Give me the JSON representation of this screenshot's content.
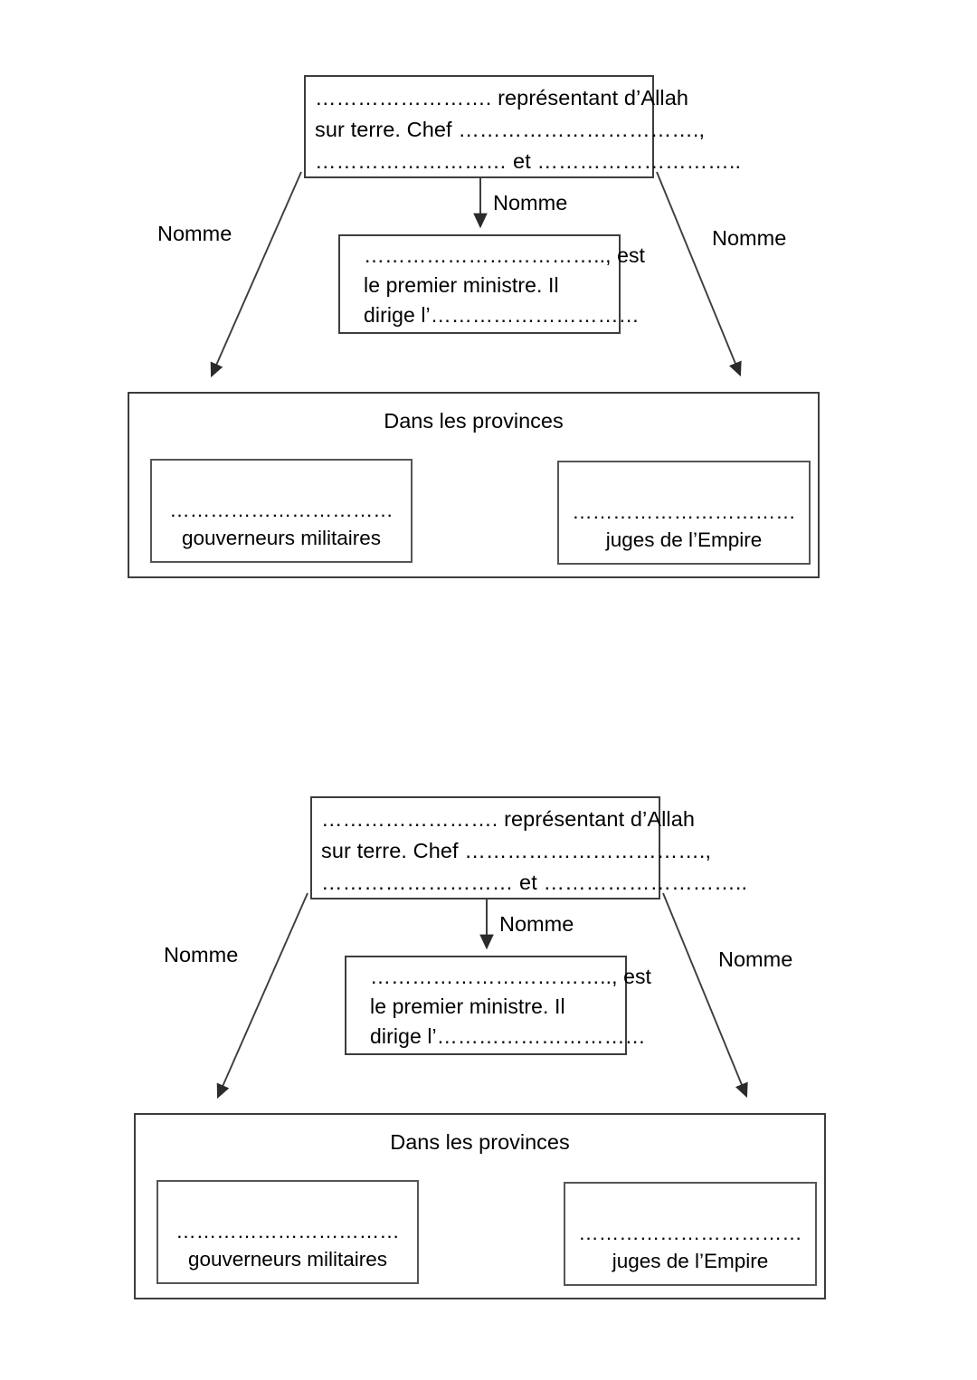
{
  "document": {
    "type": "fill-in-the-blank organigram worksheet",
    "language": "fr"
  },
  "dots": {
    "short": "…………………………",
    "medium": "……………………………",
    "long": "………………………………….",
    "top_line1": "…………………….",
    "top_line2_tail": "…………………………….,",
    "top_line3_left": "………………………",
    "top_line3_right": "……………………….",
    "mid_line1": "……………………………..,",
    "mid_line3": "…………………………"
  },
  "diagrams": [
    {
      "id": "diagram-1",
      "top_box": {
        "name": "caliph-box",
        "line1_dots": "…………………….",
        "line1_text": " représentant d’Allah",
        "line2_text": "sur terre. Chef ",
        "line2_dots": "…………………………….,",
        "line3_dots_left": "………………………",
        "line3_text": " et ",
        "line3_dots_right": "……………………….."
      },
      "middle_box": {
        "name": "vizir-box",
        "line1_dots": "……………………………..,",
        "line1_text": " est",
        "line2_text": "le premier ministre. Il",
        "line3_text": "dirige l’",
        "line3_dots": "…………………………"
      },
      "provinces": {
        "title": "Dans les provinces",
        "left_box": {
          "dots": "……………………………",
          "label": "gouverneurs militaires"
        },
        "right_box": {
          "dots": "……………………………",
          "label": "juges de l’Empire"
        }
      },
      "arrows": {
        "left_label": "Nomme",
        "middle_label": "Nomme",
        "right_label": "Nomme"
      }
    },
    {
      "id": "diagram-2",
      "top_box": {
        "name": "caliph-box",
        "line1_dots": "…………………….",
        "line1_text": " représentant d’Allah",
        "line2_text": "sur terre. Chef ",
        "line2_dots": "…………………………….,",
        "line3_dots_left": "………………………",
        "line3_text": " et ",
        "line3_dots_right": "……………………….."
      },
      "middle_box": {
        "name": "vizir-box",
        "line1_dots": "……………………………..,",
        "line1_text": " est",
        "line2_text": "le premier ministre. Il",
        "line3_text": "dirige l’",
        "line3_dots": "…………………………"
      },
      "provinces": {
        "title": "Dans les provinces",
        "left_box": {
          "dots": "……………………………",
          "label": "gouverneurs militaires"
        },
        "right_box": {
          "dots": "……………………………",
          "label": "juges de l’Empire"
        }
      },
      "arrows": {
        "left_label": "Nomme",
        "middle_label": "Nomme",
        "right_label": "Nomme"
      }
    }
  ],
  "colors": {
    "border": "#3d3d3d",
    "sub_border": "#555555",
    "text": "#000000",
    "background": "#ffffff",
    "arrow": "#3d3d3d"
  }
}
